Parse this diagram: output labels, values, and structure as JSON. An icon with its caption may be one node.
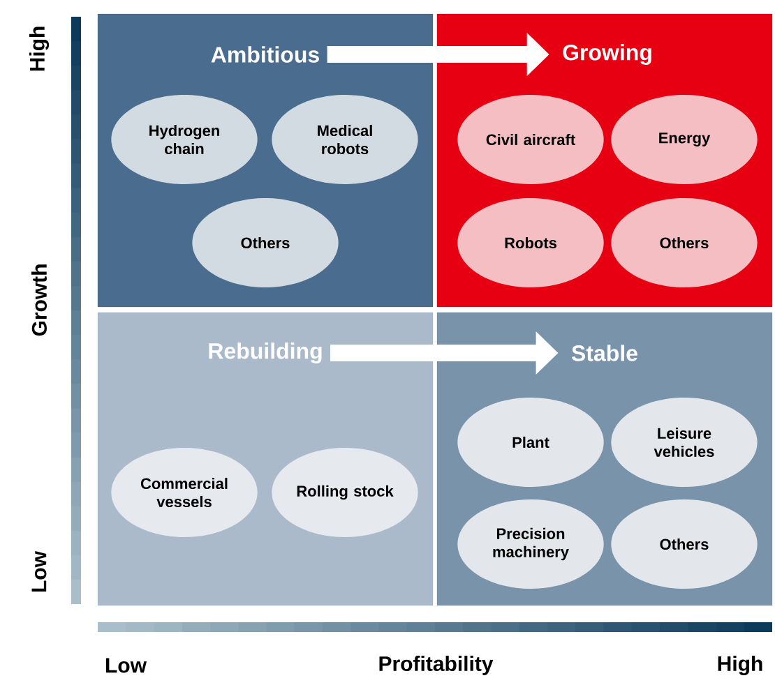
{
  "diagram": {
    "nodes": [
      {
        "text": [
          "Ambitious"
        ]
      },
      {
        "text": [
          "Hydrogen chain"
        ],
        "in": 0
      },
      {
        "text": [
          "Medical robots"
        ],
        "in": 0
      },
      {
        "text": [
          "Others"
        ],
        "in": 0
      },
      {
        "text": [
          "Growing"
        ]
      },
      {
        "text": [
          "Civil aircraft"
        ],
        "in": 4
      },
      {
        "text": [
          "Energy"
        ],
        "in": 4
      },
      {
        "text": [
          "Robots"
        ],
        "in": 4
      },
      {
        "text": [
          "Others"
        ],
        "in": 4
      },
      {
        "text": [
          "Rebuilding"
        ]
      },
      {
        "text": [
          "Commercial vessels"
        ],
        "in": 9
      },
      {
        "text": [
          "Rolling stock"
        ],
        "in": 9
      },
      {
        "text": [
          "Stable"
        ]
      },
      {
        "text": [
          "Plant"
        ],
        "in": 12
      },
      {
        "text": [
          "Leisure vehicles"
        ],
        "in": 12
      },
      {
        "text": [
          "Precision machinery"
        ],
        "in": 12
      },
      {
        "text": [
          "Others"
        ],
        "in": 12
      }
    ],
    "edges": [
      {
        "from": 0,
        "to": 4,
        "arrow": "to"
      },
      {
        "from": 9,
        "to": 12,
        "arrow": "to"
      }
    ],
    "labels": [
      "High",
      "Growth",
      "Low",
      "Low",
      "Profitability",
      "High"
    ]
  }
}
